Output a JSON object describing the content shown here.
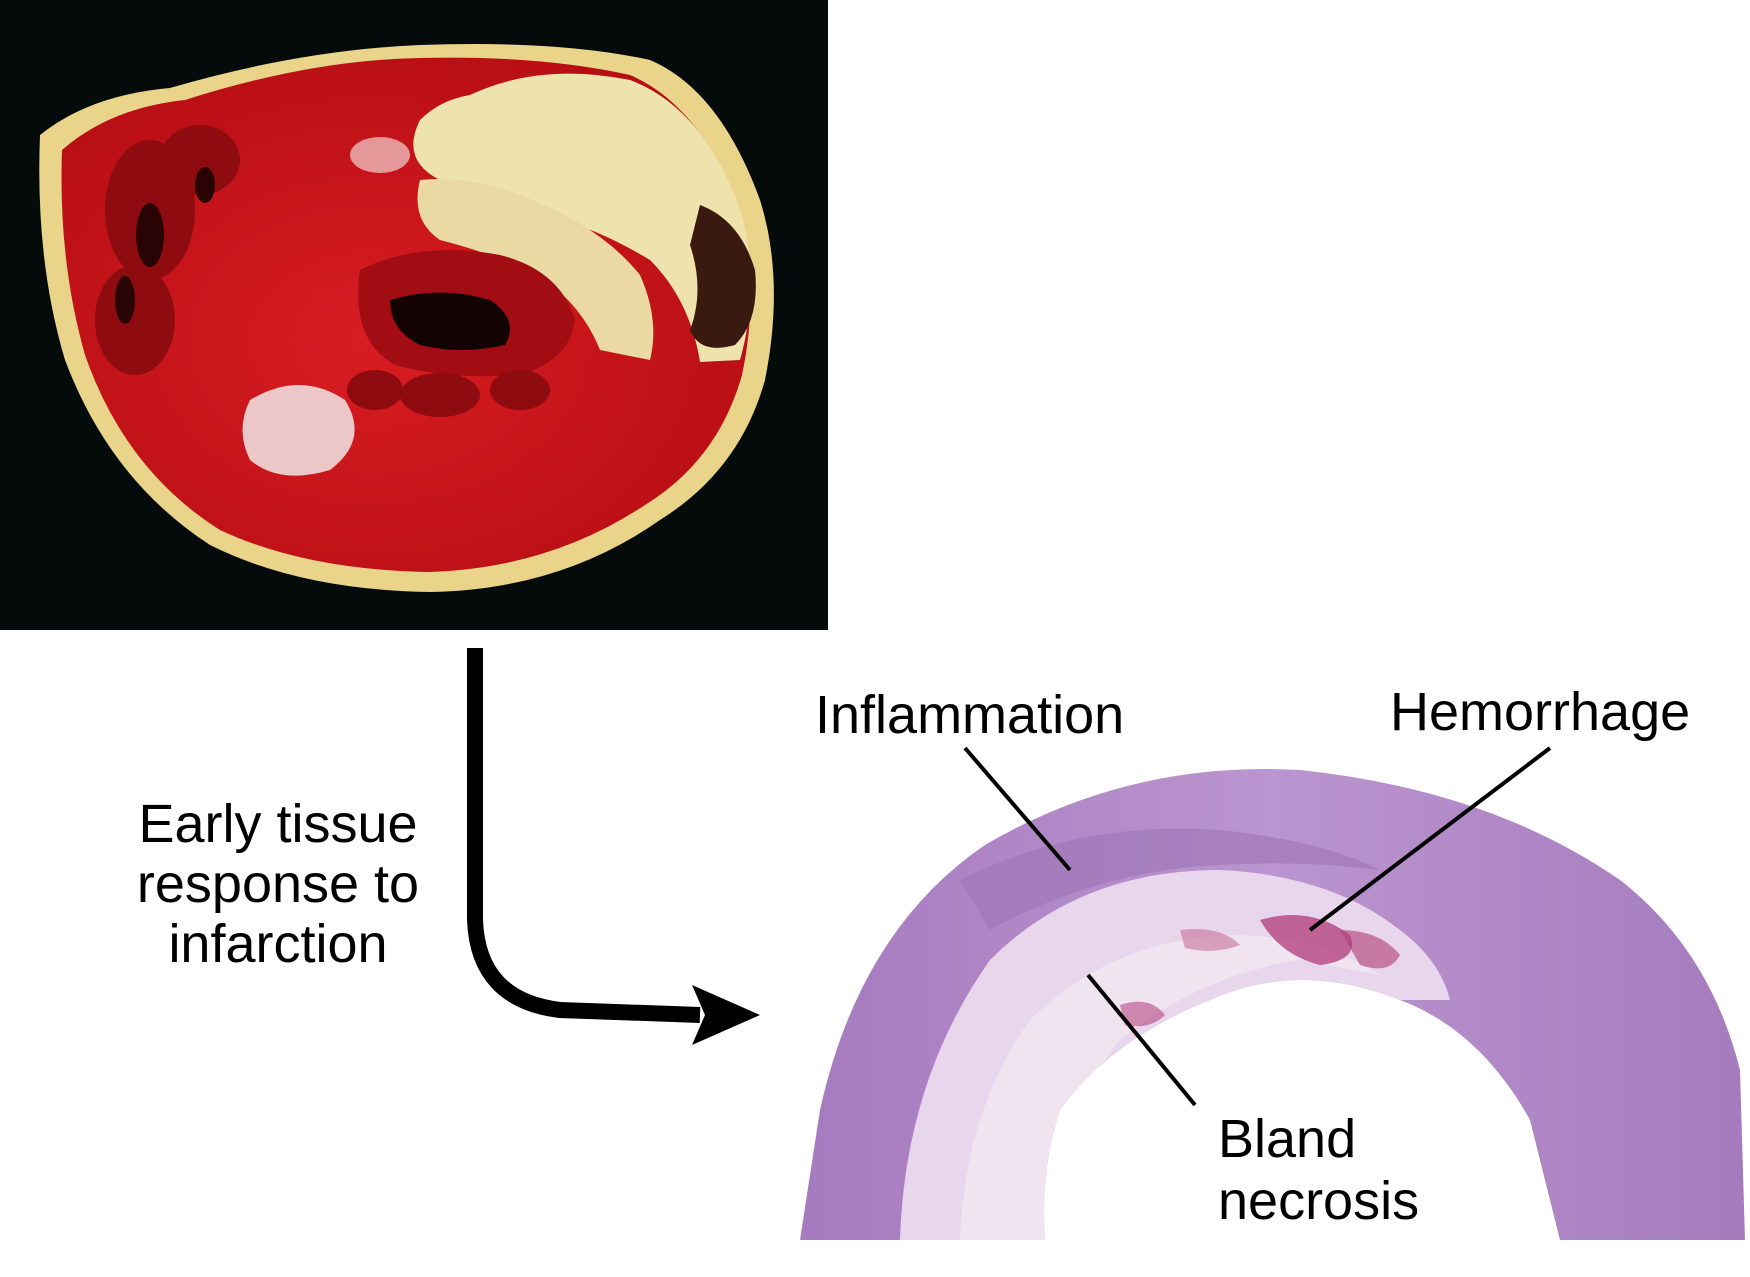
{
  "images": {
    "gross_specimen": {
      "description_icon": "heart-cross-section-photo"
    },
    "histology_section": {
      "description_icon": "stained-histology-section"
    }
  },
  "caption": {
    "line1": "Early tissue",
    "line2": "response to",
    "line3": "infarction"
  },
  "labels": {
    "inflammation": "Inflammation",
    "hemorrhage": "Hemorrhage",
    "bland_line1": "Bland",
    "bland_line2": "necrosis"
  },
  "colors": {
    "photo_background": "#050b0b",
    "myocardium_red": "#c8141a",
    "infarct_yellow": "#efe3ad",
    "fat_yellow": "#e9d48a",
    "stain_purple": "#b48ac8",
    "stain_pale": "#e8d6ec",
    "stain_hemorrhage": "#b03a78"
  }
}
